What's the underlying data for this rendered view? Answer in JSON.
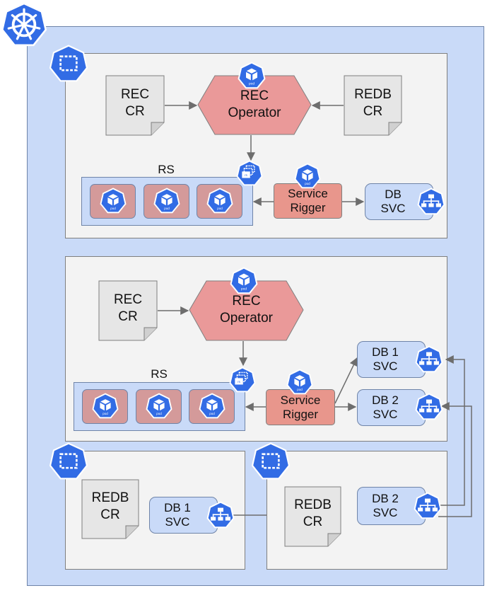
{
  "colors": {
    "cluster_fill": "#c9daf8",
    "namespace_fill": "#f3f3f3",
    "operator_fill": "#ea9999",
    "rigger_fill": "#e8968c",
    "pod_tile_fill": "#d49a9a",
    "k8s_blue": "#326ce5",
    "doc_fill": "#e6e6e6"
  },
  "icons": {
    "cluster": "kubernetes-helm-icon",
    "namespace": "namespace-icon",
    "pod": "pod-icon",
    "replicaset": "replicaset-icon",
    "service": "service-icon"
  },
  "ns1": {
    "rec_cr": "REC\nCR",
    "operator": "REC\nOperator",
    "redb_cr": "REDB\nCR",
    "rs_label": "RS",
    "pod_label": "pod",
    "rigger": "Service\nRigger",
    "db_svc": "DB\nSVC"
  },
  "ns2": {
    "rec_cr": "REC\nCR",
    "operator": "REC\nOperator",
    "rs_label": "RS",
    "pod_label": "pod",
    "rigger": "Service\nRigger",
    "db1_svc": "DB 1\nSVC",
    "db2_svc": "DB 2\nSVC"
  },
  "ns3": {
    "redb_cr": "REDB\nCR",
    "db1_svc": "DB 1\nSVC"
  },
  "ns4": {
    "redb_cr": "REDB\nCR",
    "db2_svc": "DB 2\nSVC"
  }
}
